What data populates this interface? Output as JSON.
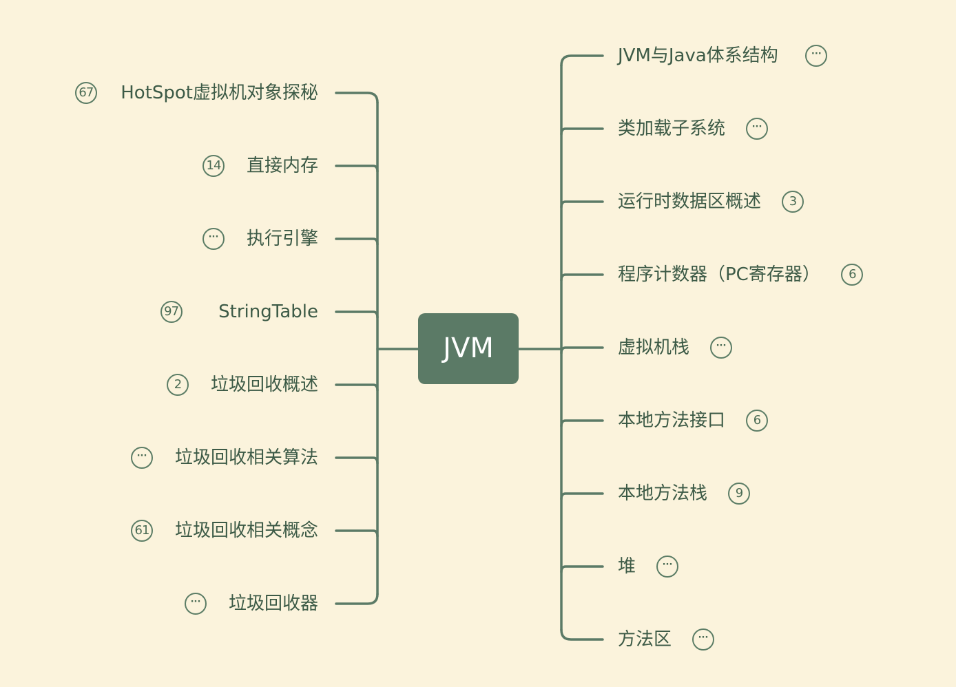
{
  "root": {
    "label": "JVM"
  },
  "left_branches": [
    {
      "label": "HotSpot虚拟机对象探秘",
      "badge": "67"
    },
    {
      "label": "直接内存",
      "badge": "14"
    },
    {
      "label": "执行引擎",
      "badge": "···"
    },
    {
      "label": "StringTable",
      "badge": "97"
    },
    {
      "label": "垃圾回收概述",
      "badge": "2"
    },
    {
      "label": "垃圾回收相关算法",
      "badge": "···"
    },
    {
      "label": "垃圾回收相关概念",
      "badge": "61"
    },
    {
      "label": "垃圾回收器",
      "badge": "···"
    }
  ],
  "right_branches": [
    {
      "label": "JVM与Java体系结构",
      "badge": "···"
    },
    {
      "label": "类加载子系统",
      "badge": "···"
    },
    {
      "label": "运行时数据区概述",
      "badge": "3"
    },
    {
      "label": "程序计数器（PC寄存器）",
      "badge": "6"
    },
    {
      "label": "虚拟机栈",
      "badge": "···"
    },
    {
      "label": "本地方法接口",
      "badge": "6"
    },
    {
      "label": "本地方法栈",
      "badge": "9"
    },
    {
      "label": "堆",
      "badge": "···"
    },
    {
      "label": "方法区",
      "badge": "···"
    }
  ],
  "colors": {
    "background": "#fbf3dc",
    "line": "#5b7a66",
    "root_fill": "#5b7a66",
    "text": "#3c5a46"
  }
}
